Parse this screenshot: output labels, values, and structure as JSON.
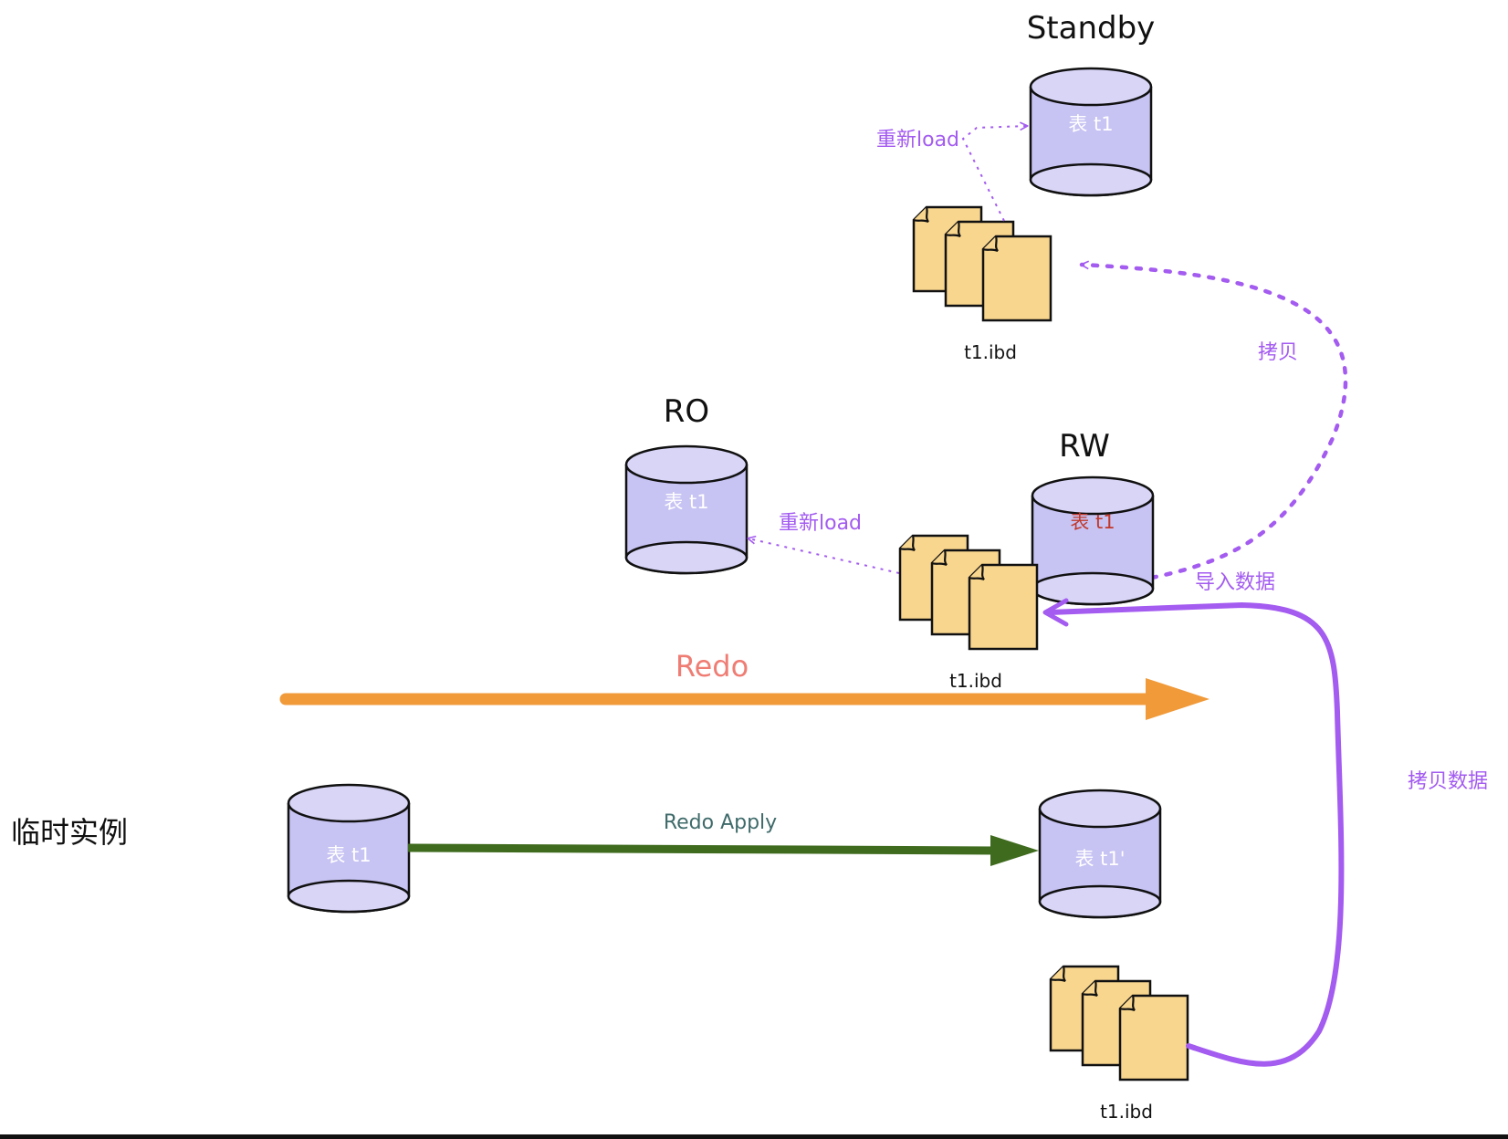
{
  "nodes": {
    "standby": {
      "title": "Standby",
      "table": "表 t1",
      "file": "t1.ibd"
    },
    "ro": {
      "title": "RO",
      "table": "表 t1"
    },
    "rw": {
      "title": "RW",
      "table": "表 t1",
      "file": "t1.ibd"
    },
    "temp": {
      "label": "临时实例",
      "src_table": "表 t1",
      "dst_table": "表 t1'",
      "file": "t1.ibd"
    }
  },
  "edges": {
    "reload_standby": "重新load",
    "copy": "拷贝",
    "reload_ro": "重新load",
    "import": "导入数据",
    "redo": "Redo",
    "redo_apply": "Redo Apply",
    "copy_data": "拷贝数据"
  },
  "colors": {
    "cylinder_fill": "#c7c3f3",
    "cylinder_top": "#d8d5f7",
    "cylinder_stroke": "#111111",
    "file_fill": "#f9d68e",
    "purple": "#a35bf0",
    "redo_orange": "#f09a3a",
    "redo_label": "#ef7d74",
    "apply_green": "#3f6b1e",
    "apply_label": "#3f6b6a",
    "rw_table_label": "#c0392b"
  }
}
